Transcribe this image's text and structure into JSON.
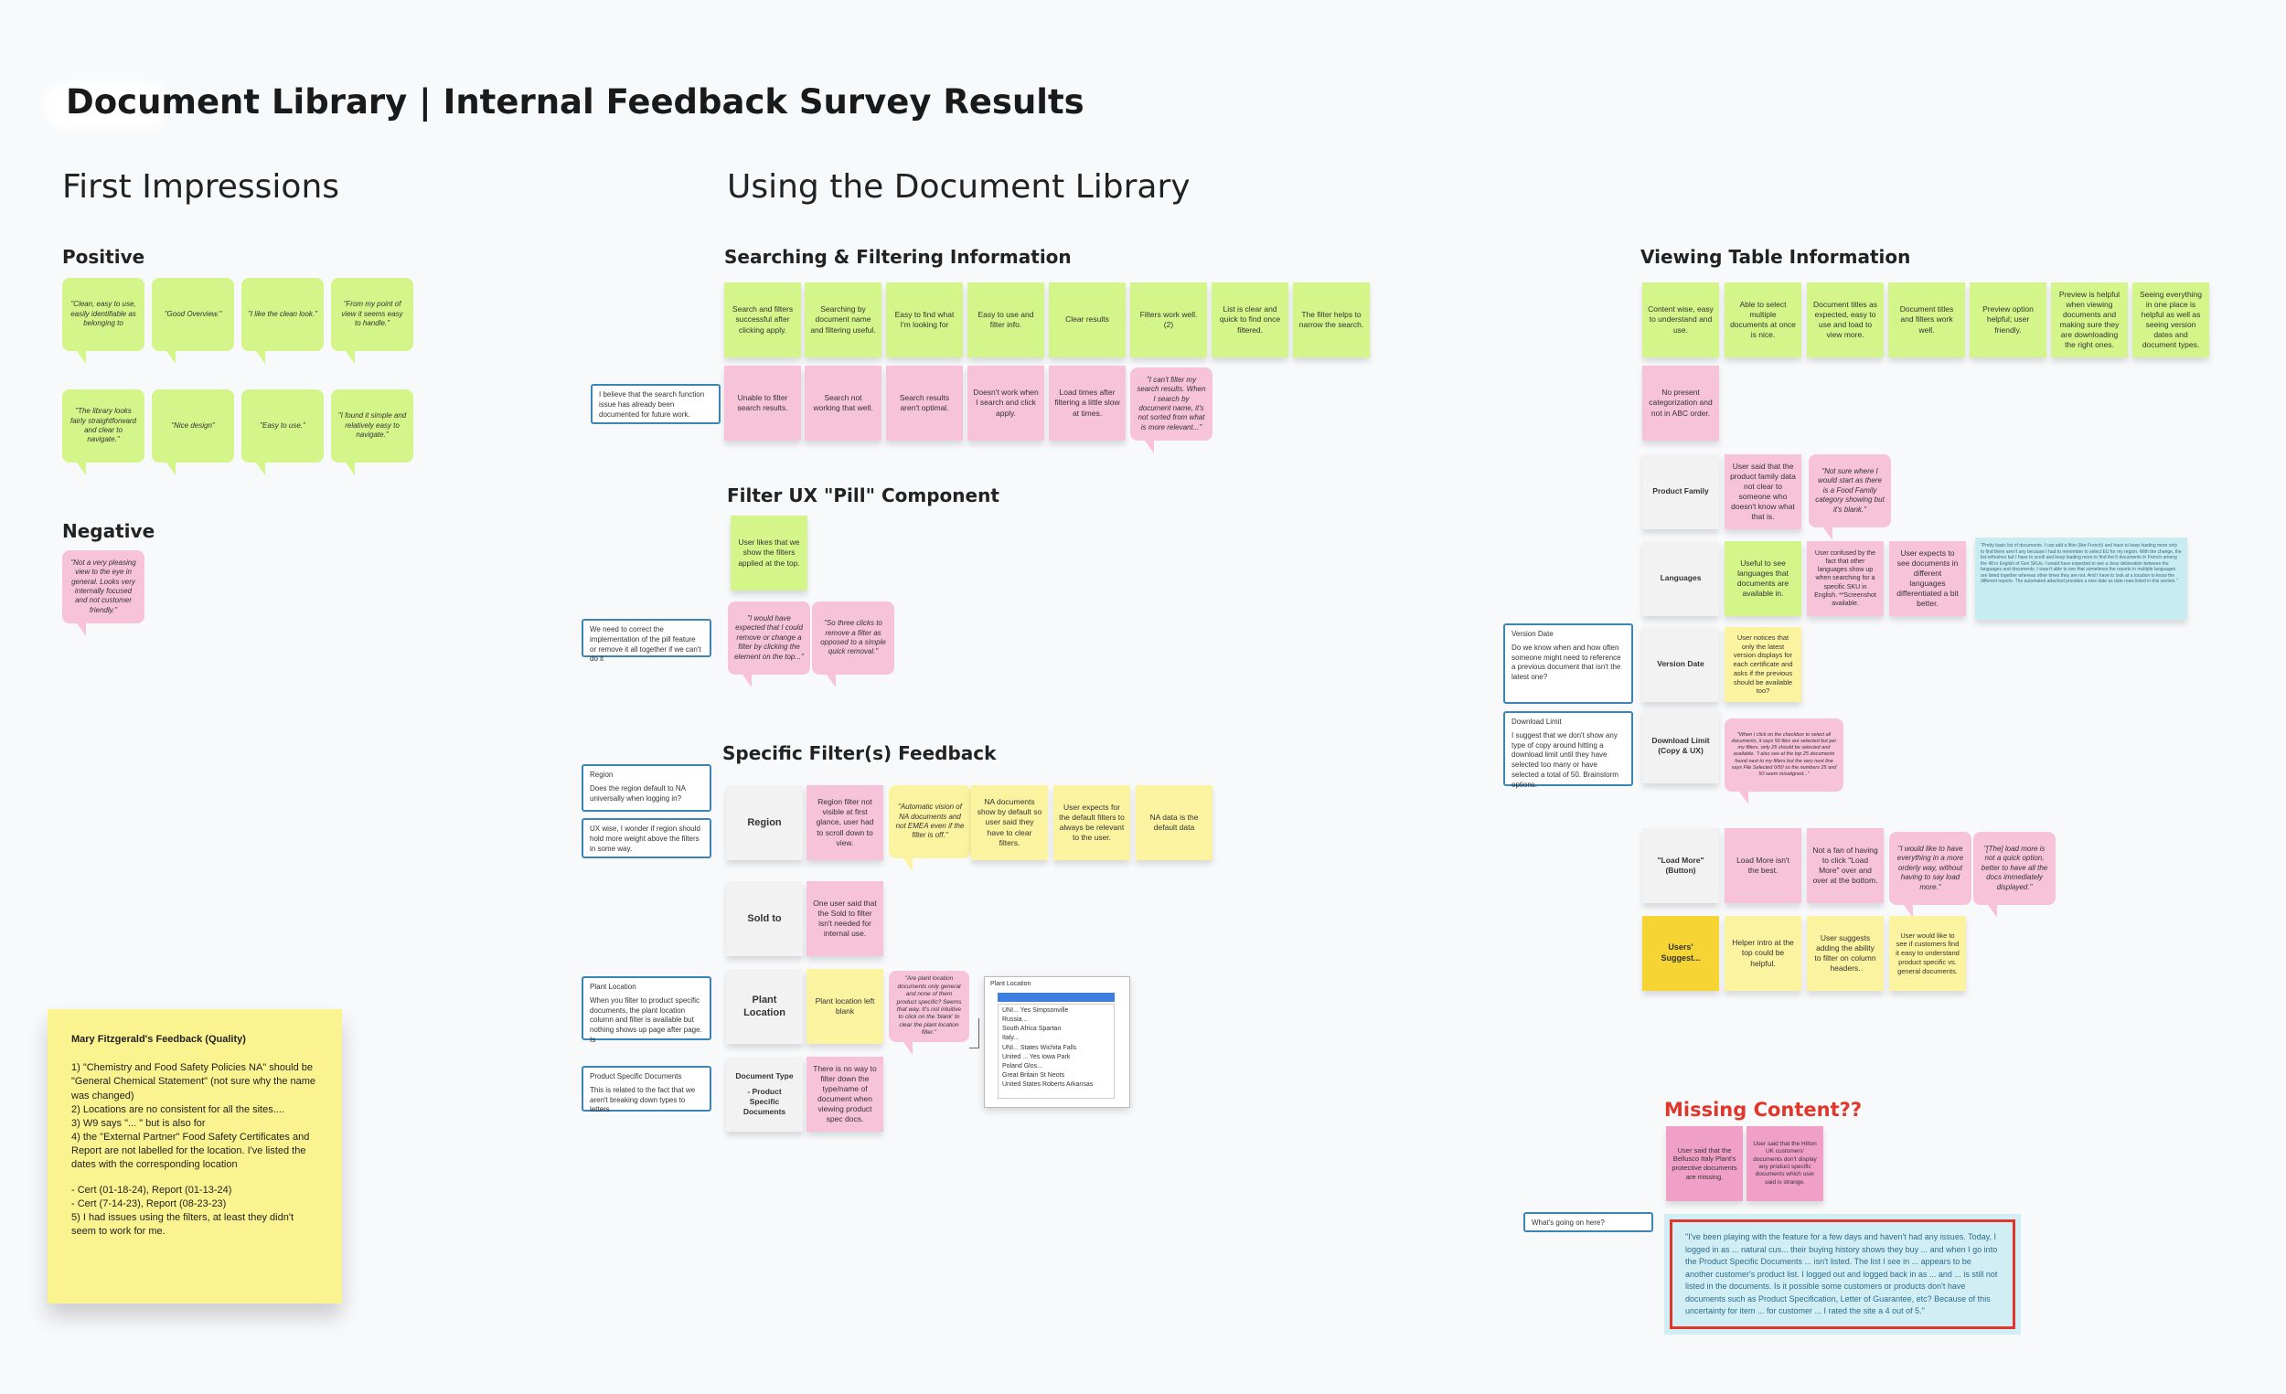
{
  "page": {
    "title": "Document Library | Internal Feedback Survey Results"
  },
  "sections": {
    "first_impressions": "First Impressions",
    "using_library": "Using the Document Library"
  },
  "subsections": {
    "positive": "Positive",
    "negative": "Negative",
    "searching": "Searching & Filtering Information",
    "pill": "Filter UX \"Pill\" Component",
    "specific": "Specific Filter(s) Feedback",
    "viewing": "Viewing Table Information",
    "missing": "Missing Content??"
  },
  "positive_quotes": [
    "\"Clean, easy to use, easily identifiable as belonging to",
    "\"Good Overview.\"",
    "\"I like the clean look.\"",
    "\"From my point of view it seems easy to handle.\"",
    "\"The library looks fairly straightforward and clear to navigate.\"",
    "\"Nice design\"",
    "\"Easy to use.\"",
    "\"I found it simple and relatively easy to navigate.\""
  ],
  "negative_quotes": [
    "\"Not a very pleasing view to the eye in general. Looks very internally focused and not customer friendly.\""
  ],
  "search_positive": [
    "Search and filters successful after clicking apply.",
    "Searching by document name and filtering useful.",
    "Easy to find what I'm looking for",
    "Easy to use and filter info.",
    "Clear results",
    "Filters work well. (2)",
    "List is clear and quick to find once filtered.",
    "The filter helps to narrow the search."
  ],
  "search_negative": [
    "Unable to filter search results.",
    "Search not working that well.",
    "Search results aren't optimal.",
    "Doesn't work when I search and click apply.",
    "Load times after filtering a little slow at times."
  ],
  "search_negative_quote": "\"I can't filter my search results. When I search by document name, it's not sorted from what is more relevant...\"",
  "search_note": "I believe that the search function issue has already been documented for future work.",
  "pill": {
    "green": "User likes that we show the filters applied at the top.",
    "quotes": [
      "\"I would have expected that I could remove or change a filter by clicking the element on the top...\"",
      "\"So three clicks to remove a filter as opposed to a simple quick removal.\""
    ],
    "note": "We need to correct the implementation of the pill feature or remove it all together if we can't do it"
  },
  "region": {
    "label": "Region",
    "pink": "Region filter not visible at first glance, user had to scroll down to view.",
    "quote": "\"Automatic vision of NA documents and not EMEA even if the filter is off.\"",
    "yellow": [
      "NA documents show by default so user said they have to clear filters.",
      "User expects for the default filters to always be relevant to the user.",
      "NA data is the default data"
    ],
    "note1_title": "Region",
    "note1_body": "Does the region default to NA universally when logging in?",
    "note2_body": "UX wise, I wonder if region should hold more weight above the filters in some way."
  },
  "sold_to": {
    "label": "Sold to",
    "pink": "One user said that the Sold to filter isn't needed for internal use."
  },
  "plant": {
    "label": "Plant Location",
    "yellow": "Plant location left blank",
    "quote": "\"Are plant location documents only general and none of them product specific? Seems that way. It's not intuitive to click on the 'blank' to clear the plant location filter.\"",
    "note_title": "Plant Location",
    "note_body": "When you filter to product specific documents, the plant location column and filter is available but nothing shows up page after page. Is"
  },
  "doctype": {
    "label": "Document Type",
    "sublabel": "- Product Specific Documents",
    "pink": "There is no way to filter down the type/name of document when viewing product spec docs.",
    "note_title": "Product Specific Documents",
    "note_body": "This is related to the fact that we aren't breaking down types to letters"
  },
  "dropdown": {
    "header": "Plant Location",
    "options": [
      "UNI... Yes Simpsonville",
      "Russia...",
      "South Africa Spartan",
      "Italy...",
      "UNI... States Wichita Falls",
      "United ... Yes Iowa Park",
      "Poland Glos...",
      "Great Britain St Neots",
      "United States Roberts Arkansas"
    ]
  },
  "viewing_top": [
    "Content wise, easy to understand and use.",
    "Able to select multiple documents at once is nice.",
    "Document titles as expected, easy to use and load to view more.",
    "Document titles and filters work well.",
    "Preview option helpful; user friendly.",
    "Preview is helpful when viewing documents and making sure they are downloading the right ones.",
    "Seeing everything in one place is helpful as well as seeing version dates and document types."
  ],
  "viewing_pink": "No present categorization and not in ABC order.",
  "product_family": {
    "label": "Product Family",
    "pink": "User said that the product family data not clear to someone who doesn't know what that is.",
    "quote": "\"Not sure where I would start as there is a Food Family category showing but it's blank.\""
  },
  "languages": {
    "label": "Languages",
    "green": "Useful to see languages that documents are available in.",
    "pink1": "User confused by the fact that other languages show up when searching for a specific SKU in English. **Screenshot available.",
    "pink2": "User expects to see documents in different languages differentiated a bit better.",
    "teal": "\"Pretty basic list of documents. I can add a filter (like French) and have to keep loading more only to find there aren't any because I had to remember to select EU for my region. With the change, the list refreshes but I have to scroll and keep loading more to find the 5 documents in French among the 48 in English of Gen SKUs. I would have expected to see a clear delineation between the languages and documents. I wasn't able to see that sometimes the reports in multiple languages are listed together whereas other times they are not. And I have to look at a location to know the different reports. The automated attached provides a new date as date rows listed in this section.\""
  },
  "version_date": {
    "label": "Version Date",
    "yellow": "User notices that only the latest version displays for each certificate and asks if the previous should be available too?",
    "note_title": "Version Date",
    "note_body": "Do we know when and how often someone might need to reference a previous document that isn't the latest one?"
  },
  "download": {
    "label": "Download Limit (Copy & UX)",
    "quote": "\"When I click on the checkbox to select all documents, it says 50 files are selected but per my filters, only 25 should be selected and available. \"I also see at the top 25 documents found next to my filters but the very next line says File Selected 0/50 so the numbers 25 and 50 seem misaligned...\"",
    "note_title": "Download Limit",
    "note_body": "I suggest that we don't show any type of copy around hitting a download limit until they have selected too many or have selected a total of 50. Brainstorm options."
  },
  "load_more": {
    "label": "\"Load More\" (Button)",
    "pink1": "Load More isn't the best.",
    "pink2": "Not a fan of having to click \"Load More\" over and over at the bottom.",
    "quote1": "\"I would like to have everything in a more orderly way, without having to say load more.\"",
    "quote2": "\"[The] load more is not a quick option, better to have all the docs immediately displayed.\""
  },
  "suggest": {
    "label": "Users' Suggest...",
    "yellow": [
      "Helper intro at the top could be helpful.",
      "User suggests adding the ability to filter on column headers.",
      "User would like to see if customers find it easy to understand product specific vs. general documents."
    ]
  },
  "missing": {
    "pink1": "User said that the Bellusco Italy Plant's protective documents are missing.",
    "pink2": "User said that the Hilton UK customers' documents don't display any product specific documents which user said is strange.",
    "note": "What's going on here?",
    "quote": "\"I've been playing with the feature for a few days and haven't had any issues. Today, I logged in as ... natural cus... their buying history shows they buy ... and when I go into the Product Specific Documents ... isn't listed. The list I see in ... appears to be another customer's product list. I logged out and logged back in as ... and ... is still not listed in the documents. Is it possible some customers or products don't have documents such as Product Specification, Letter of Guarantee, etc? Because of this uncertainty for item ... for customer ... I rated the site a 4 out of 5.\""
  },
  "mary": {
    "title": "Mary Fitzgerald's Feedback (Quality)",
    "lines": [
      "1) \"Chemistry and Food Safety Policies NA\" should be \"General Chemical Statement\" (not sure why the name was changed)",
      "2) Locations are no consistent for all the sites....",
      "3) W9 says \"... \" but is also for",
      "4) the \"External Partner\" Food Safety Certificates and Report are not labelled for the location.  I've listed the dates with the corresponding location",
      "- Cert (01-18-24), Report (01-13-24)",
      "- Cert (7-14-23), Report (08-23-23)",
      "5) I had issues using the filters, at least they didn't seem to work for me."
    ]
  },
  "colors": {
    "green": "#d4f589",
    "pink": "#f7c3d9",
    "yellow": "#fbf3a0",
    "orange": "#f5d433",
    "teal": "#c9ebf2",
    "note_border": "#3a84b8",
    "missing_red": "#e0362b"
  }
}
